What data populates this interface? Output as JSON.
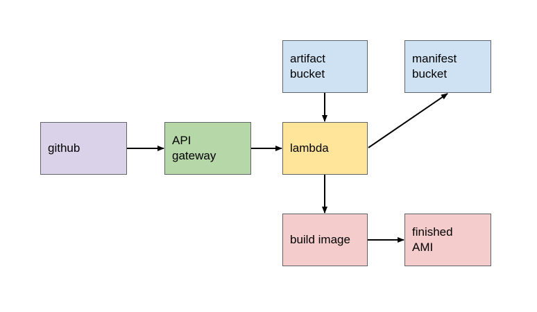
{
  "nodes": {
    "github": {
      "label": "github",
      "color": "#d9d2e9"
    },
    "api": {
      "label": "API\ngateway",
      "color": "#b6d7a8"
    },
    "lambda": {
      "label": "lambda",
      "color": "#ffe599"
    },
    "artifact": {
      "label": "artifact\nbucket",
      "color": "#cfe2f3"
    },
    "manifest": {
      "label": "manifest\nbucket",
      "color": "#cfe2f3"
    },
    "build": {
      "label": "build image",
      "color": "#f4cccc"
    },
    "ami": {
      "label": "finished\nAMI",
      "color": "#f4cccc"
    }
  },
  "edges": [
    {
      "from": "github",
      "to": "api"
    },
    {
      "from": "api",
      "to": "lambda"
    },
    {
      "from": "artifact",
      "to": "lambda"
    },
    {
      "from": "lambda",
      "to": "manifest"
    },
    {
      "from": "lambda",
      "to": "build"
    },
    {
      "from": "build",
      "to": "ami"
    }
  ]
}
